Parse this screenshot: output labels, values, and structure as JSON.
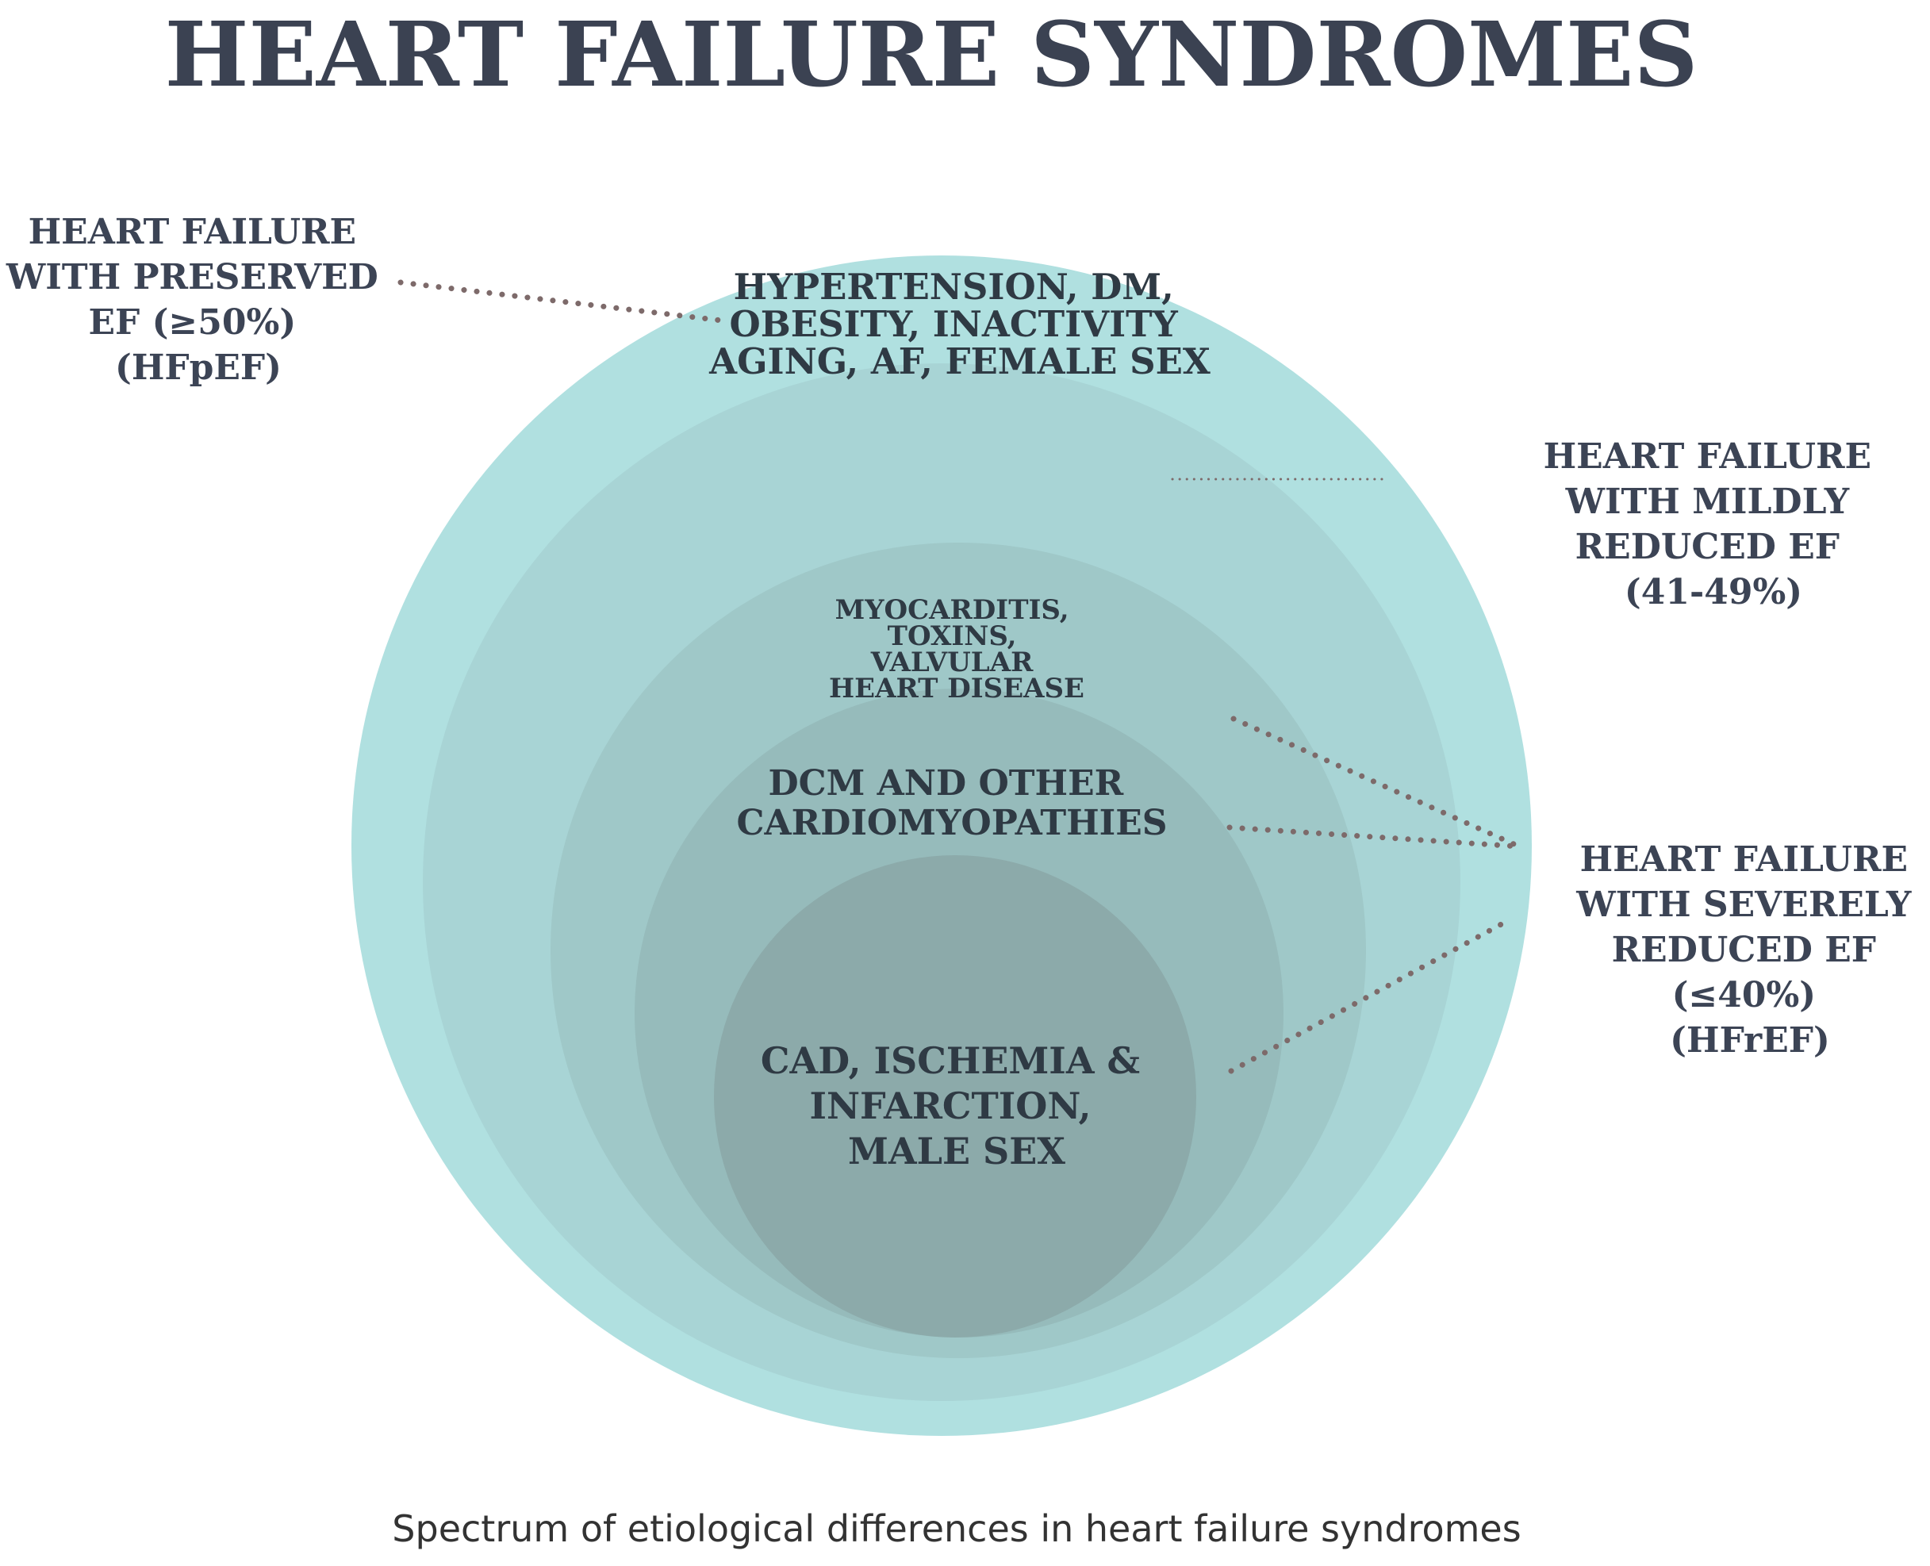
{
  "title": "HEART FAILURE SYNDROMES",
  "caption": "Spectrum of etiological differences in heart failure syndromes",
  "colors": {
    "ring_outer": "#b0e0e0",
    "ring_2": "#a8d4d5",
    "ring_3": "#9fc8c8",
    "ring_4": "#96bbbb",
    "core": "#8caaaa",
    "text": "#3c4455",
    "dots": "#7d6a6a"
  },
  "categories": {
    "hfpef": [
      "HEART FAILURE",
      "WITH PRESERVED",
      "EF (≥50%)",
      "(HFpEF)"
    ],
    "hfmref": [
      "HEART FAILURE",
      "WITH MILDLY",
      "REDUCED EF",
      "(41-49%)"
    ],
    "hfref": [
      "HEART FAILURE",
      "WITH SEVERELY",
      "REDUCED EF",
      "(≤40%)",
      "(HFrEF)"
    ]
  },
  "etiologies": {
    "outer": [
      "HYPERTENSION, DM,",
      "OBESITY, INACTIVITY",
      "AGING, AF, FEMALE SEX"
    ],
    "middle": [
      "MYOCARDITIS,",
      "TOXINS,",
      "VALVULAR",
      "HEART DISEASE"
    ],
    "dcm": [
      "DCM AND OTHER",
      "CARDIOMYOPATHIES"
    ],
    "core": [
      "CAD, ISCHEMIA &",
      "INFARCTION,",
      "MALE SEX"
    ]
  }
}
